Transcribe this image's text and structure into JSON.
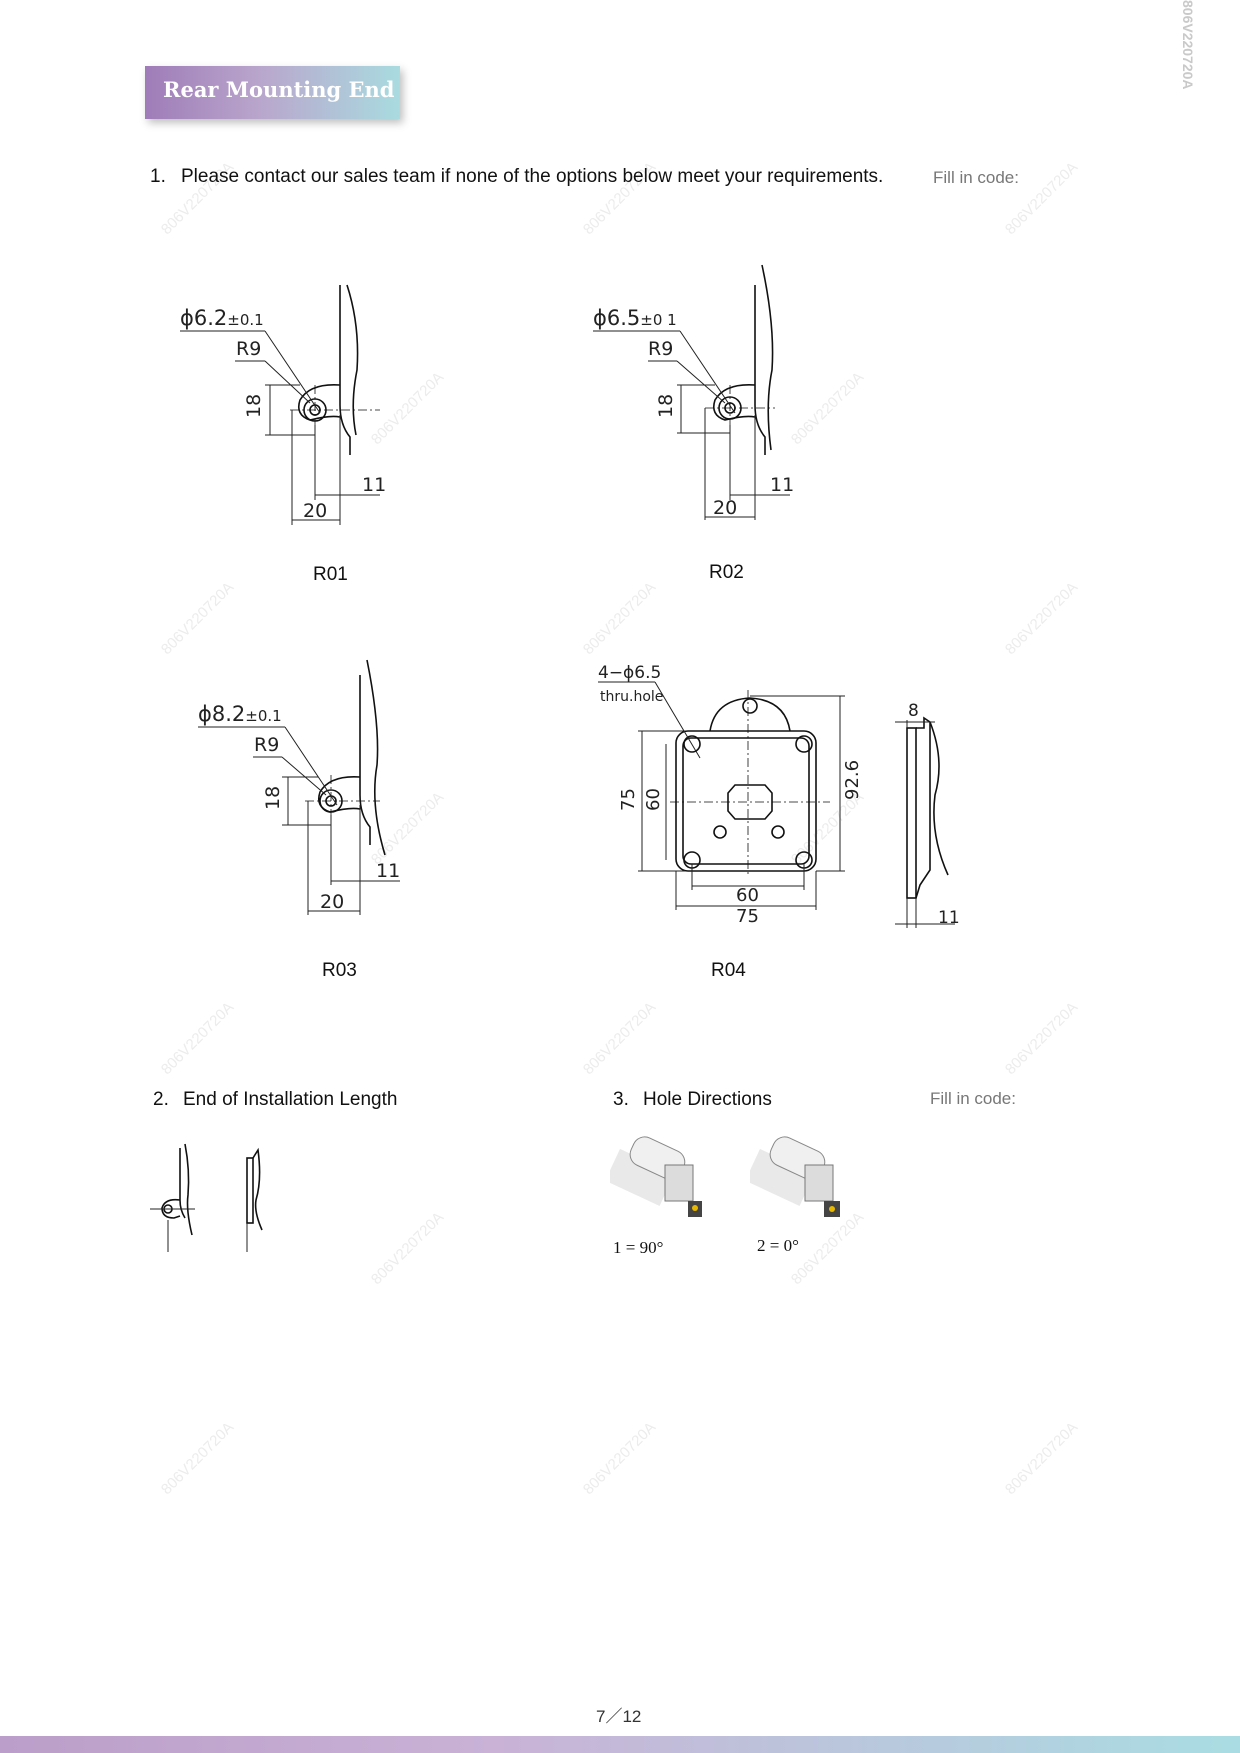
{
  "header": {
    "title": "Rear Mounting End",
    "doc_code": "806V220720A"
  },
  "section1": {
    "number": "1.",
    "text": "Please contact our sales team if none of the options below meet your requirements.",
    "fill_in": "Fill in code:"
  },
  "options": [
    {
      "code": "R01",
      "hole": "ϕ6.2",
      "tol": "±0.1",
      "radius": "R9",
      "d_height": "18",
      "d_width": "20",
      "d_offset": "11"
    },
    {
      "code": "R02",
      "hole": "ϕ6.5",
      "tol": "±0 1",
      "radius": "R9",
      "d_height": "18",
      "d_width": "20",
      "d_offset": "11"
    },
    {
      "code": "R03",
      "hole": "ϕ8.2",
      "tol": "±0.1",
      "radius": "R9",
      "d_height": "18",
      "d_width": "20",
      "d_offset": "11"
    },
    {
      "code": "R04",
      "holes": "4−ϕ6.5",
      "hole_note": "thru.hole",
      "d_outer_h": "75",
      "d_inner_h": "60",
      "d_total_h": "92.6",
      "d_inner_w": "60",
      "d_outer_w": "75",
      "d_thick": "8",
      "d_offset": "11"
    }
  ],
  "section2": {
    "number": "2.",
    "text": "End of Installation Length"
  },
  "section3": {
    "number": "3.",
    "text": "Hole Directions",
    "fill_in": "Fill in code:",
    "options": [
      {
        "caption": "1 = 90°"
      },
      {
        "caption": "2 = 0°"
      }
    ]
  },
  "watermark": "806V220720A",
  "footer": {
    "page": "7／12"
  }
}
